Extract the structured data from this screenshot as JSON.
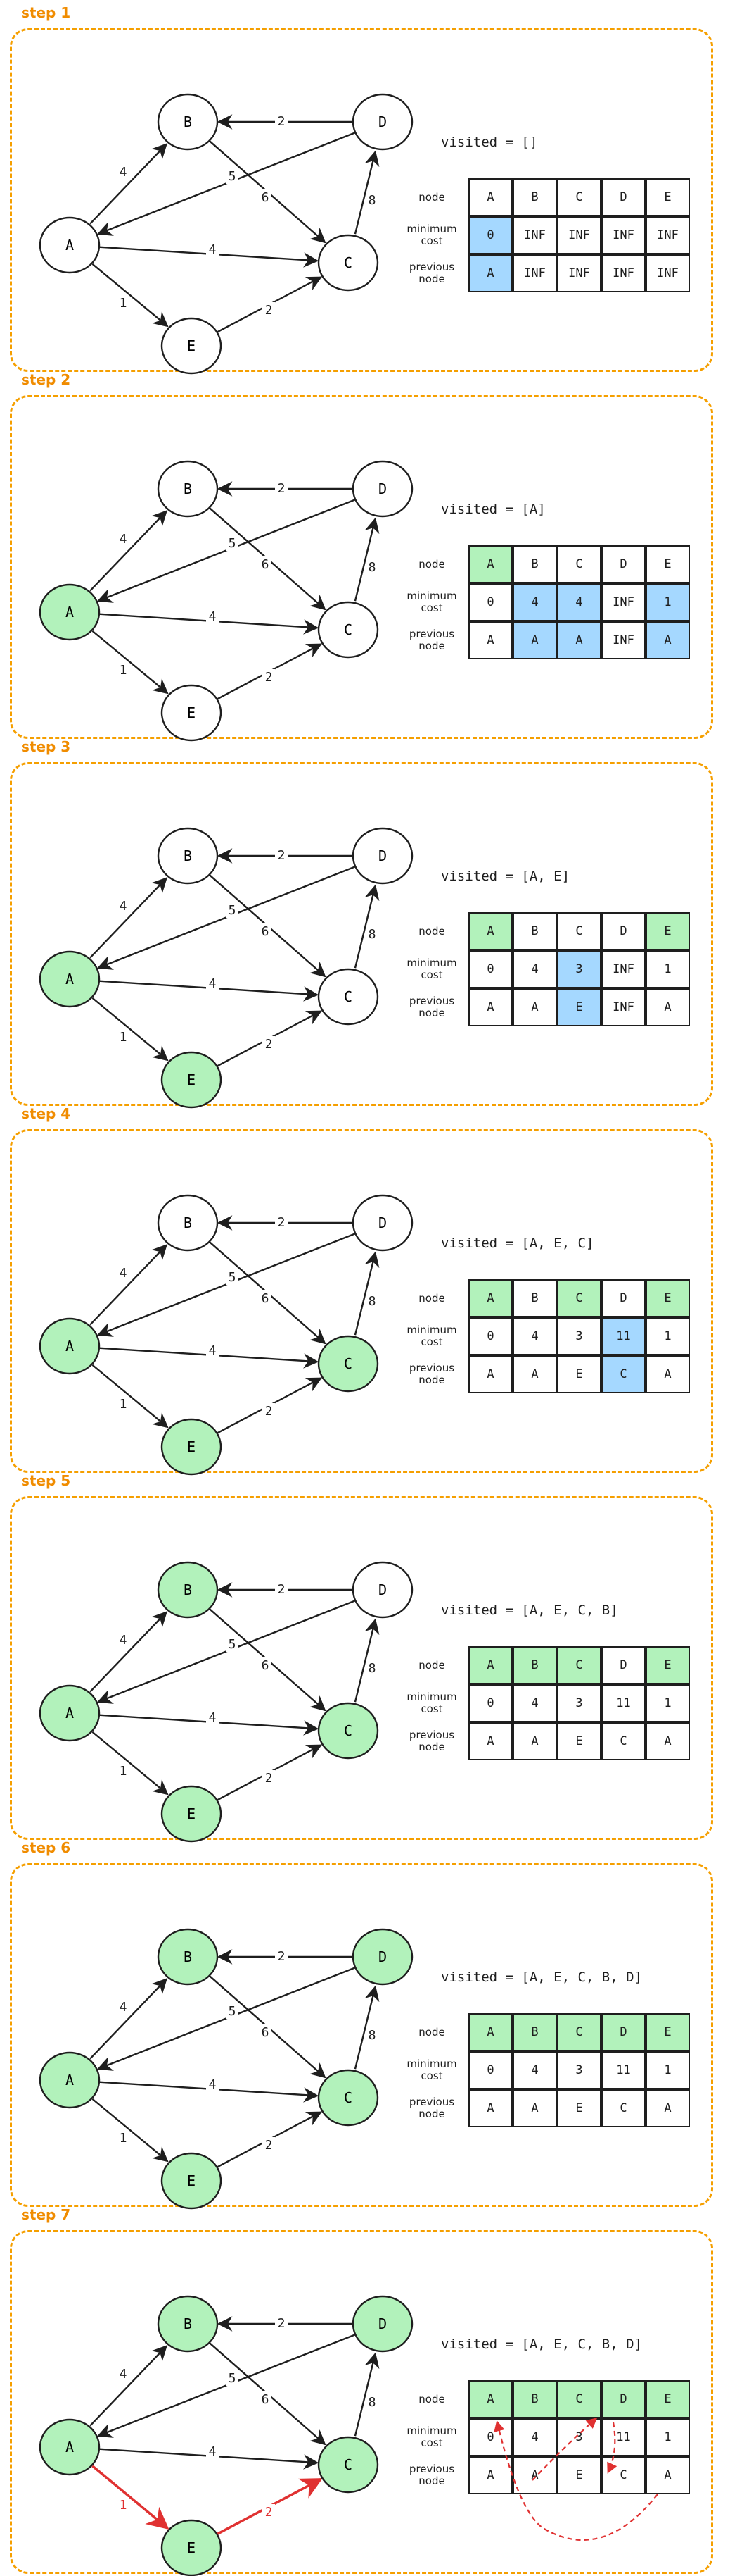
{
  "colors": {
    "panel_border": "#f59f00",
    "title": "#f08c00",
    "visited_node": "#b2f2bb",
    "updated_cell": "#a5d8ff",
    "stroke": "#1e1e1e",
    "path": "#e03131"
  },
  "graph": {
    "nodes": [
      "A",
      "B",
      "C",
      "D",
      "E"
    ],
    "edges": [
      {
        "from": "A",
        "to": "B",
        "weight": "4"
      },
      {
        "from": "A",
        "to": "C",
        "weight": "4"
      },
      {
        "from": "A",
        "to": "E",
        "weight": "1"
      },
      {
        "from": "B",
        "to": "C",
        "weight": "6"
      },
      {
        "from": "D",
        "to": "B",
        "weight": "2"
      },
      {
        "from": "D",
        "to": "A",
        "weight": "5"
      },
      {
        "from": "C",
        "to": "D",
        "weight": "8"
      },
      {
        "from": "E",
        "to": "C",
        "weight": "2"
      }
    ]
  },
  "table_labels": {
    "node": "node",
    "cost_1": "minimum",
    "cost_2": "cost",
    "prev_1": "previous",
    "prev_2": "node"
  },
  "steps": [
    {
      "title": "step 1",
      "visited": "visited = []",
      "visited_nodes": [],
      "costs": [
        "0",
        "INF",
        "INF",
        "INF",
        "INF"
      ],
      "prev": [
        "A",
        "INF",
        "INF",
        "INF",
        "INF"
      ],
      "updated_cost": [
        0
      ],
      "updated_prev": [
        0
      ],
      "path": []
    },
    {
      "title": "step 2",
      "visited": "visited = [A]",
      "visited_nodes": [
        "A"
      ],
      "costs": [
        "0",
        "4",
        "4",
        "INF",
        "1"
      ],
      "prev": [
        "A",
        "A",
        "A",
        "INF",
        "A"
      ],
      "updated_cost": [
        1,
        2,
        4
      ],
      "updated_prev": [
        1,
        2,
        4
      ],
      "path": []
    },
    {
      "title": "step 3",
      "visited": "visited = [A, E]",
      "visited_nodes": [
        "A",
        "E"
      ],
      "costs": [
        "0",
        "4",
        "3",
        "INF",
        "1"
      ],
      "prev": [
        "A",
        "A",
        "E",
        "INF",
        "A"
      ],
      "updated_cost": [
        2
      ],
      "updated_prev": [
        2
      ],
      "path": []
    },
    {
      "title": "step 4",
      "visited": "visited = [A, E, C]",
      "visited_nodes": [
        "A",
        "E",
        "C"
      ],
      "costs": [
        "0",
        "4",
        "3",
        "11",
        "1"
      ],
      "prev": [
        "A",
        "A",
        "E",
        "C",
        "A"
      ],
      "updated_cost": [
        3
      ],
      "updated_prev": [
        3
      ],
      "path": []
    },
    {
      "title": "step 5",
      "visited": "visited = [A, E, C, B]",
      "visited_nodes": [
        "A",
        "E",
        "C",
        "B"
      ],
      "costs": [
        "0",
        "4",
        "3",
        "11",
        "1"
      ],
      "prev": [
        "A",
        "A",
        "E",
        "C",
        "A"
      ],
      "updated_cost": [],
      "updated_prev": [],
      "path": []
    },
    {
      "title": "step 6",
      "visited": "visited = [A, E, C, B, D]",
      "visited_nodes": [
        "A",
        "E",
        "C",
        "B",
        "D"
      ],
      "costs": [
        "0",
        "4",
        "3",
        "11",
        "1"
      ],
      "prev": [
        "A",
        "A",
        "E",
        "C",
        "A"
      ],
      "updated_cost": [],
      "updated_prev": [],
      "path": []
    },
    {
      "title": "step 7",
      "visited": "visited = [A, E, C, B, D]",
      "visited_nodes": [
        "A",
        "E",
        "C",
        "B",
        "D"
      ],
      "costs": [
        "0",
        "4",
        "3",
        "11",
        "1"
      ],
      "prev": [
        "A",
        "A",
        "E",
        "C",
        "A"
      ],
      "updated_cost": [],
      "updated_prev": [],
      "path": [
        "A",
        "E",
        "C"
      ]
    }
  ]
}
